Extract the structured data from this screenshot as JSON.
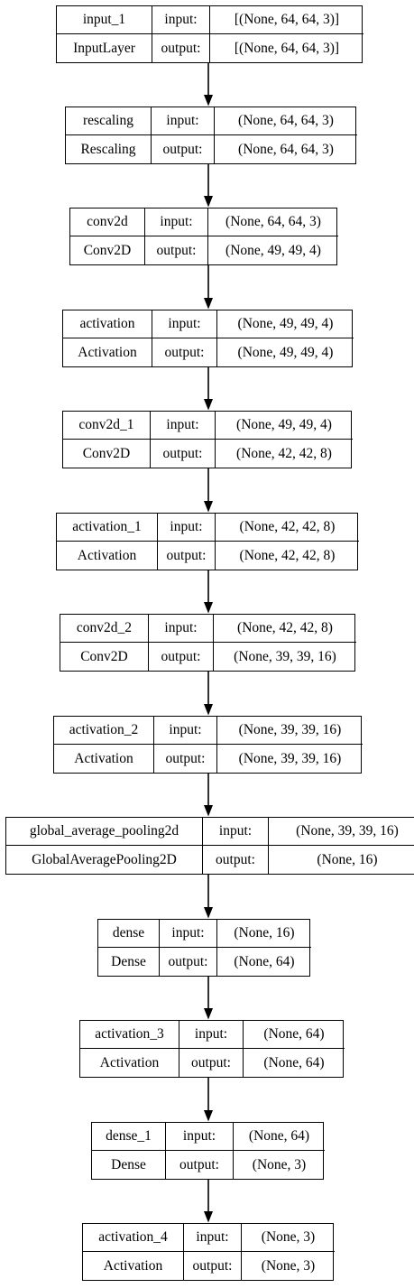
{
  "diagram": {
    "port_labels": {
      "input": "input:",
      "output": "output:"
    },
    "layers": [
      {
        "name": "input_1",
        "type": "InputLayer",
        "input": "[(None, 64, 64, 3)]",
        "output": "[(None, 64, 64, 3)]"
      },
      {
        "name": "rescaling",
        "type": "Rescaling",
        "input": "(None, 64, 64, 3)",
        "output": "(None, 64, 64, 3)"
      },
      {
        "name": "conv2d",
        "type": "Conv2D",
        "input": "(None, 64, 64, 3)",
        "output": "(None, 49, 49, 4)"
      },
      {
        "name": "activation",
        "type": "Activation",
        "input": "(None, 49, 49, 4)",
        "output": "(None, 49, 49, 4)"
      },
      {
        "name": "conv2d_1",
        "type": "Conv2D",
        "input": "(None, 49, 49, 4)",
        "output": "(None, 42, 42, 8)"
      },
      {
        "name": "activation_1",
        "type": "Activation",
        "input": "(None, 42, 42, 8)",
        "output": "(None, 42, 42, 8)"
      },
      {
        "name": "conv2d_2",
        "type": "Conv2D",
        "input": "(None, 42, 42, 8)",
        "output": "(None, 39, 39, 16)"
      },
      {
        "name": "activation_2",
        "type": "Activation",
        "input": "(None, 39, 39, 16)",
        "output": "(None, 39, 39, 16)"
      },
      {
        "name": "global_average_pooling2d",
        "type": "GlobalAveragePooling2D",
        "input": "(None, 39, 39, 16)",
        "output": "(None, 16)"
      },
      {
        "name": "dense",
        "type": "Dense",
        "input": "(None, 16)",
        "output": "(None, 64)"
      },
      {
        "name": "activation_3",
        "type": "Activation",
        "input": "(None, 64)",
        "output": "(None, 64)"
      },
      {
        "name": "dense_1",
        "type": "Dense",
        "input": "(None, 64)",
        "output": "(None, 3)"
      },
      {
        "name": "activation_4",
        "type": "Activation",
        "input": "(None, 3)",
        "output": "(None, 3)"
      }
    ]
  }
}
